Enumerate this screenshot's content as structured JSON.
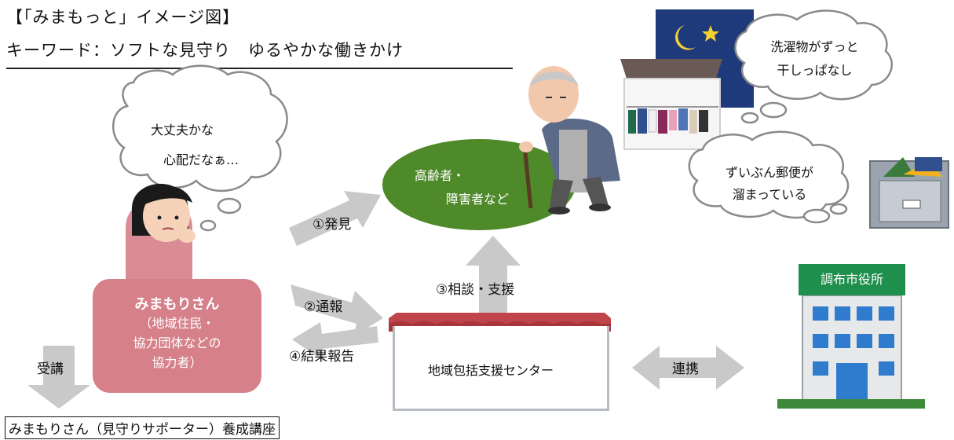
{
  "header": {
    "title": "【「みまもっと」イメージ図】",
    "keyword": "キーワード：ソフトな見守り　ゆるやかな働きかけ"
  },
  "thought_supporter": {
    "line1": "大丈夫かな",
    "line2": "心配だなぁ…"
  },
  "supporter_box": {
    "name": "みまもりさん",
    "line1": "（地域住民・",
    "line2": "協力団体などの",
    "line3": "協力者）"
  },
  "elderly": {
    "line1": "高齢者・",
    "line2": "障害者など"
  },
  "thought_laundry": {
    "line1": "洗濯物がずっと",
    "line2": "干しっぱなし"
  },
  "thought_mail": {
    "line1": "ずいぶん郵便が",
    "line2": "溜まっている"
  },
  "arrows": {
    "discover": "①発見",
    "report": "②通報",
    "consult": "③相談・支援",
    "result": "④結果報告",
    "attend": "受講",
    "cooperate": "連携"
  },
  "center": {
    "label": "地域包括支援センター"
  },
  "city_hall": {
    "label": "調布市役所"
  },
  "course": {
    "label": "みまもりさん（見守りサポーター）養成講座"
  },
  "colors": {
    "supporter_box": "#d6808a",
    "elderly_ellipse": "#4e8a2a",
    "arrow_gray": "#c9c9c9",
    "city_hall_sign": "#1f8f4d",
    "roof": "#c0454a"
  }
}
